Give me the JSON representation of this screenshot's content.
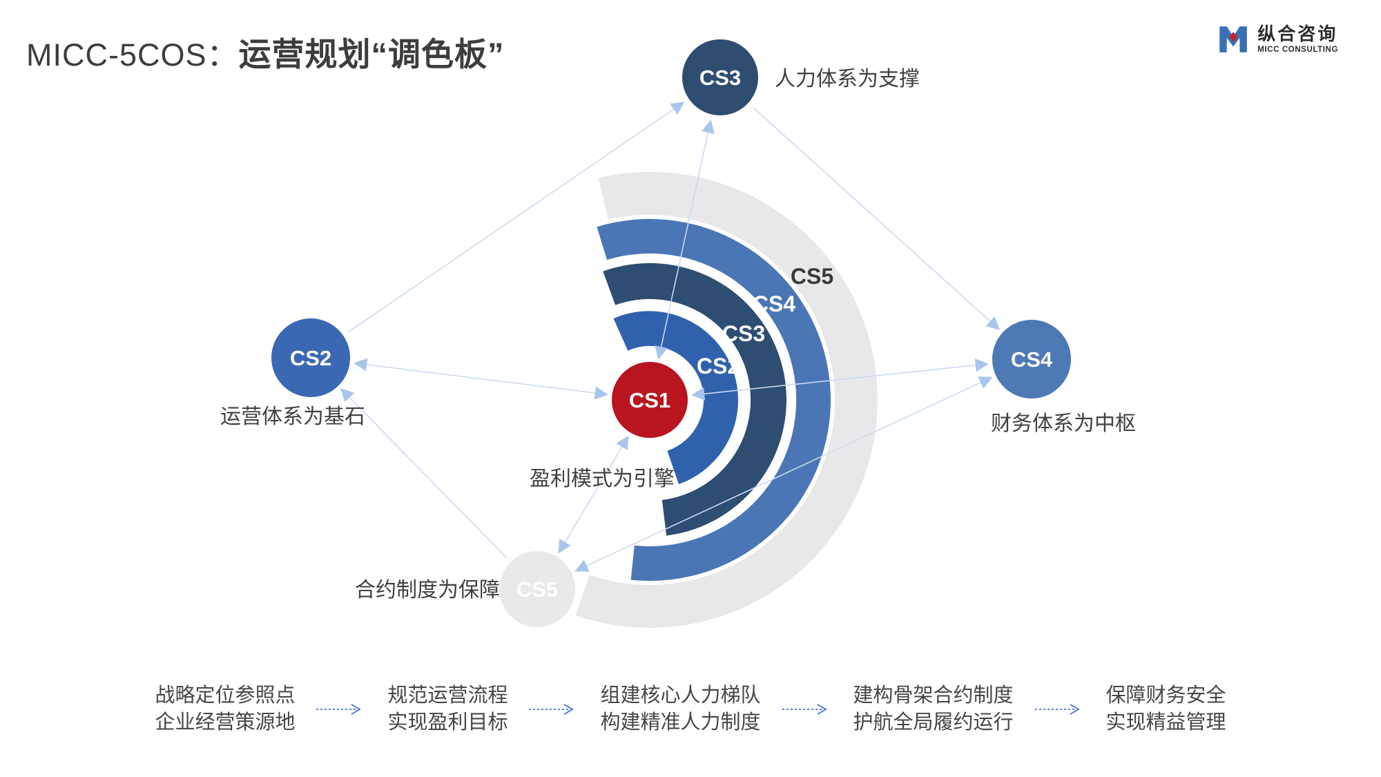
{
  "title": {
    "prefix": "MICC-5COS：",
    "emphasis": "运营规划“调色板”"
  },
  "logo": {
    "name": "纵合咨询",
    "subtitle": "MICC CONSULTING"
  },
  "diagram": {
    "center": {
      "label": "CS1",
      "caption": "盈利模式为引擎",
      "color": "#b8151f"
    },
    "nodes": [
      {
        "label": "CS2",
        "caption": "运营体系为基石",
        "color": "#3a68b2",
        "text_color": "#ffffff"
      },
      {
        "label": "CS3",
        "caption": "人力体系为支撑",
        "color": "#2e4d71",
        "text_color": "#ffffff"
      },
      {
        "label": "CS4",
        "caption": "财务体系为中枢",
        "color": "#4d79b5",
        "text_color": "#ffffff"
      },
      {
        "label": "CS5",
        "caption": "合约制度为保障",
        "color": "#e9e9ec",
        "text_color": "#333c4e"
      }
    ],
    "rings": [
      {
        "label": "CS2",
        "color": "#3061ad",
        "text_color": "#ffffff"
      },
      {
        "label": "CS3",
        "color": "#2d4d72",
        "text_color": "#ffffff"
      },
      {
        "label": "CS4",
        "color": "#4a76b6",
        "text_color": "#ffffff"
      },
      {
        "label": "CS5",
        "color": "#e8e8ea",
        "text_color": "#3a3a3a"
      }
    ]
  },
  "flow": {
    "steps": [
      {
        "line1": "战略定位参照点",
        "line2": "企业经营策源地"
      },
      {
        "line1": "规范运营流程",
        "line2": "实现盈利目标"
      },
      {
        "line1": "组建核心人力梯队",
        "line2": "构建精准人力制度"
      },
      {
        "line1": "建构骨架合约制度",
        "line2": "护航全局履约运行"
      },
      {
        "line1": "保障财务安全",
        "line2": "实现精益管理"
      }
    ]
  },
  "colors": {
    "connector": "#ccd9f1",
    "arrowhead": "#a9c5ec",
    "flow_arrow": "#3f6cd6",
    "title": "#3d3d3d",
    "caption": "#404040",
    "logo_blue": "#3a6fb6",
    "logo_red": "#c5242b"
  }
}
